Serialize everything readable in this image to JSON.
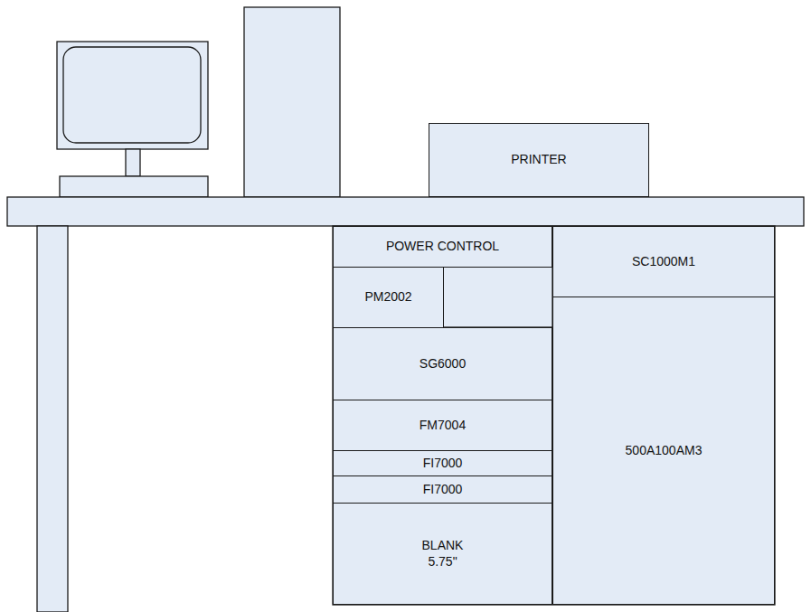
{
  "diagram": {
    "nodes": [
      {
        "text": [
          "PRINTER"
        ]
      },
      {
        "text": [
          "POWER CONTROL"
        ]
      },
      {
        "text": [
          "SC1000M1"
        ]
      },
      {
        "text": [
          "PM2002"
        ]
      },
      {
        "text": [
          "SG6000"
        ]
      },
      {
        "text": [
          "FM7004"
        ]
      },
      {
        "text": [
          "FI7000"
        ]
      },
      {
        "text": [
          "FI7000"
        ]
      },
      {
        "text": [
          "500A100AM3"
        ]
      },
      {
        "text": [
          "BLANK 5.75\""
        ]
      }
    ]
  }
}
